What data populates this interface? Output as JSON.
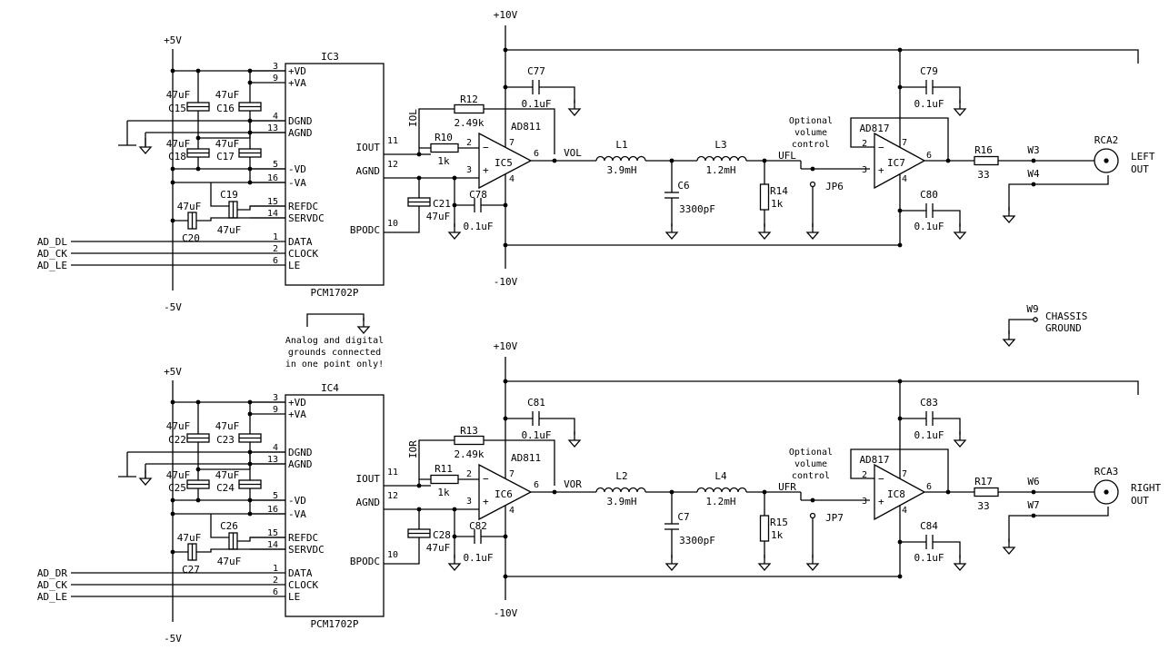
{
  "supplies": {
    "pos5": "+5V",
    "neg5": "-5V",
    "pos10": "+10V",
    "neg10": "-10V"
  },
  "note": {
    "line1": "Analog and digital",
    "line2": "grounds connected",
    "line3": "in one point only!"
  },
  "chassis": {
    "ref": "W9",
    "line1": "CHASSIS",
    "line2": "GROUND"
  },
  "channels": [
    {
      "ic_dac": "IC3",
      "dac_part": "PCM1702P",
      "c_pair1": [
        "C15",
        "C16"
      ],
      "c_pair2": [
        "C18",
        "C17"
      ],
      "c_ref": "C19",
      "c_serv": "C20",
      "cap_val": "47uF",
      "inputs": [
        "AD_DL",
        "AD_CK",
        "AD_LE"
      ],
      "op1": "IC5",
      "op1_part": "AD811",
      "r_in": "R10",
      "r_in_val": "1k",
      "r_fb": "R12",
      "r_fb_val": "2.49k",
      "c_dec_top": "C77",
      "c_dec_bot": "C78",
      "c_dec_val": "0.1uF",
      "c_bp": "C21",
      "iout_net": "IOL",
      "out_net": "VOL",
      "l1": "L1",
      "l1_val": "3.9mH",
      "l2": "L3",
      "l2_val": "1.2mH",
      "c_filt": "C6",
      "c_filt_val": "3300pF",
      "r_load": "R14",
      "r_load_val": "1k",
      "filt_net": "UFL",
      "jp": "JP6",
      "vol1": "Optional",
      "vol2": "volume",
      "vol3": "control",
      "op2": "IC7",
      "op2_part": "AD817",
      "c_dec2_top": "C79",
      "c_dec2_bot": "C80",
      "r_out": "R16",
      "r_out_val": "33",
      "w_a": "W3",
      "w_b": "W4",
      "rca": "RCA2",
      "out1": "LEFT",
      "out2": "OUT"
    },
    {
      "ic_dac": "IC4",
      "dac_part": "PCM1702P",
      "c_pair1": [
        "C22",
        "C23"
      ],
      "c_pair2": [
        "C25",
        "C24"
      ],
      "c_ref": "C26",
      "c_serv": "C27",
      "cap_val": "47uF",
      "inputs": [
        "AD_DR",
        "AD_CK",
        "AD_LE"
      ],
      "op1": "IC6",
      "op1_part": "AD811",
      "r_in": "R11",
      "r_in_val": "1k",
      "r_fb": "R13",
      "r_fb_val": "2.49k",
      "c_dec_top": "C81",
      "c_dec_bot": "C82",
      "c_dec_val": "0.1uF",
      "c_bp": "C28",
      "iout_net": "IOR",
      "out_net": "VOR",
      "l1": "L2",
      "l1_val": "3.9mH",
      "l2": "L4",
      "l2_val": "1.2mH",
      "c_filt": "C7",
      "c_filt_val": "3300pF",
      "r_load": "R15",
      "r_load_val": "1k",
      "filt_net": "UFR",
      "jp": "JP7",
      "vol1": "Optional",
      "vol2": "volume",
      "vol3": "control",
      "op2": "IC8",
      "op2_part": "AD817",
      "c_dec2_top": "C83",
      "c_dec2_bot": "C84",
      "r_out": "R17",
      "r_out_val": "33",
      "w_a": "W6",
      "w_b": "W7",
      "rca": "RCA3",
      "out1": "RIGHT",
      "out2": "OUT"
    }
  ],
  "dac_pins": {
    "left": [
      {
        "num": "3",
        "name": "+VD"
      },
      {
        "num": "9",
        "name": "+VA"
      },
      {
        "num": "4",
        "name": "DGND"
      },
      {
        "num": "13",
        "name": "AGND"
      },
      {
        "num": "5",
        "name": "-VD"
      },
      {
        "num": "16",
        "name": "-VA"
      },
      {
        "num": "15",
        "name": "REFDC"
      },
      {
        "num": "14",
        "name": "SERVDC"
      },
      {
        "num": "1",
        "name": "DATA"
      },
      {
        "num": "2",
        "name": "CLOCK"
      },
      {
        "num": "6",
        "name": "LE"
      }
    ],
    "right": [
      {
        "num": "11",
        "name": "IOUT"
      },
      {
        "num": "12",
        "name": "AGND"
      },
      {
        "num": "10",
        "name": "BPODC"
      }
    ]
  },
  "opamp_pins": {
    "inv": "2",
    "noninv": "3",
    "out": "6",
    "vpos": "7",
    "vneg": "4",
    "minus": "−",
    "plus": "+"
  }
}
